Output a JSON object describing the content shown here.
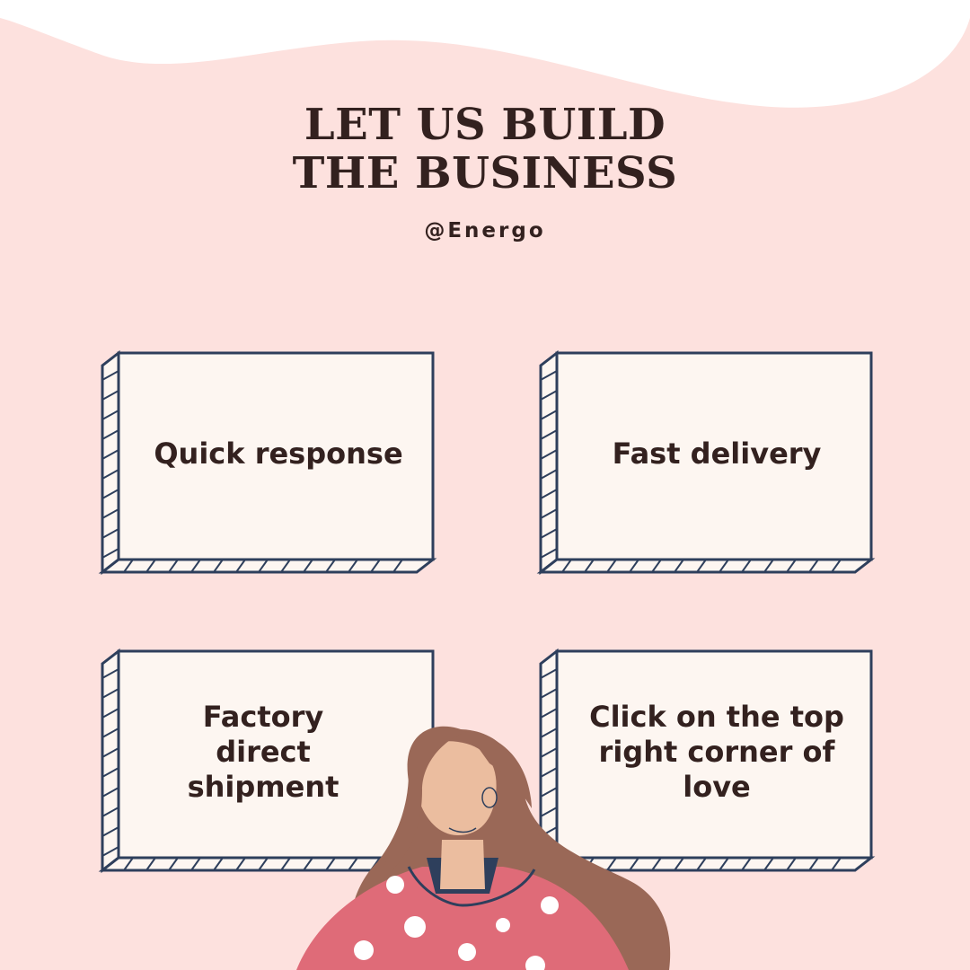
{
  "header": {
    "title_line1": "LET US BUILD",
    "title_line2": "THE BUSINESS",
    "handle": "@Energo"
  },
  "cards": [
    {
      "label": "Quick response"
    },
    {
      "label": "Fast delivery"
    },
    {
      "label": "Factory direct shipment"
    },
    {
      "label": "Click on the top right corner of love"
    }
  ],
  "colors": {
    "background": "#fde1de",
    "wave": "#ffffff",
    "card_fill": "#fdf6f1",
    "card_outline": "#2e3f5c",
    "text": "#33211f",
    "hair": "#9a6857",
    "skin": "#ebbd9f",
    "shirt": "#df6b78",
    "dots": "#ffffff"
  }
}
